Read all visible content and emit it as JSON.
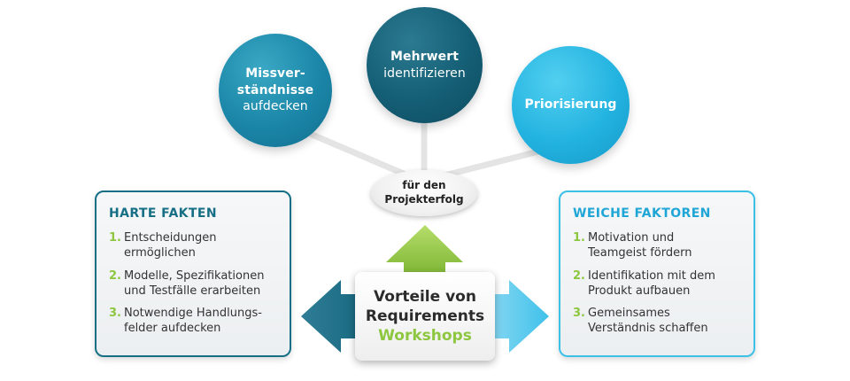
{
  "circles": [
    {
      "line1": "Missver-",
      "line2": "ständnisse",
      "line3": "aufdecken",
      "color": "#1b86a8"
    },
    {
      "line1": "Mehrwert",
      "line2": "identifizieren",
      "color": "#145e75"
    },
    {
      "line1": "Priorisierung",
      "color": "#23b3e0"
    }
  ],
  "hub": {
    "line1": "für den",
    "line2": "Projekterfolg"
  },
  "left_panel": {
    "title": "HARTE FAKTEN",
    "border_color": "#176f86",
    "items": [
      {
        "num": "1.",
        "line1": "Entscheidungen",
        "line2": "ermöglichen"
      },
      {
        "num": "2.",
        "line1": "Modelle, Spezifikationen",
        "line2": "und Testfälle erarbeiten"
      },
      {
        "num": "3.",
        "line1": "Notwendige Handlungs-",
        "line2": "felder aufdecken"
      }
    ]
  },
  "right_panel": {
    "title": "WEICHE FAKTOREN",
    "border_color": "#3cc0e6",
    "items": [
      {
        "num": "1.",
        "line1": "Motivation und",
        "line2": "Teamgeist fördern"
      },
      {
        "num": "2.",
        "line1": "Identifikation mit dem",
        "line2": "Produkt aufbauen"
      },
      {
        "num": "3.",
        "line1": "Gemeinsames",
        "line2": "Verständnis schaffen"
      }
    ]
  },
  "center": {
    "line1": "Vorteile von",
    "line2": "Requirements",
    "line3": "Workshops",
    "accent_color": "#8dc63f"
  }
}
